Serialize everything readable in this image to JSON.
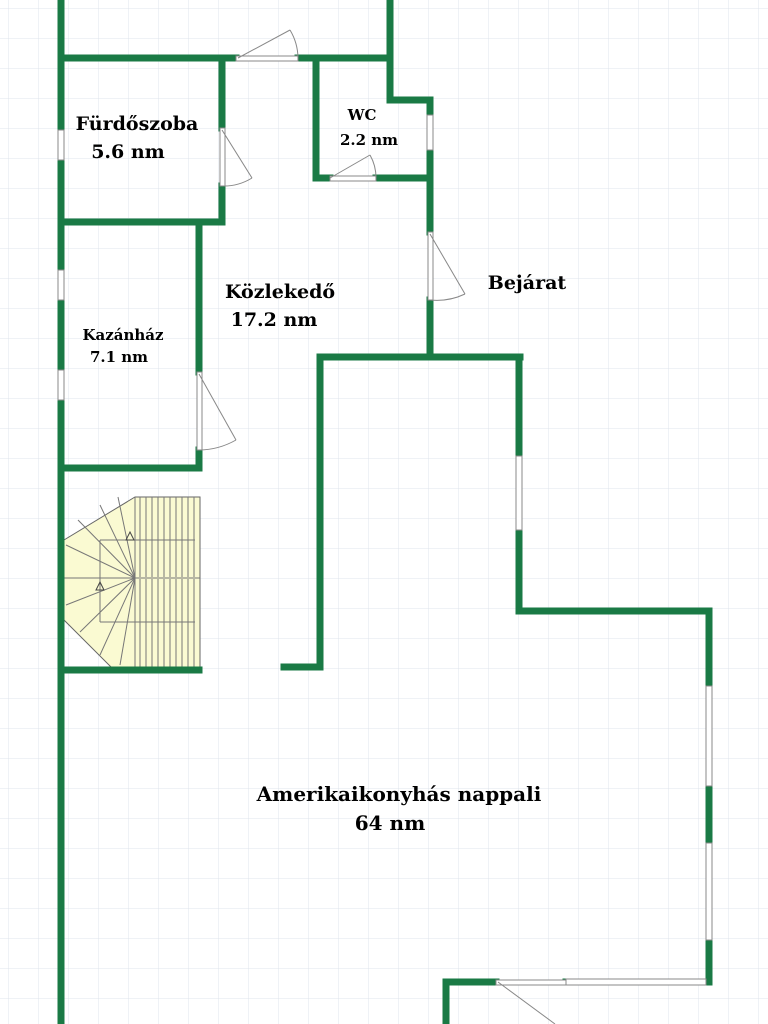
{
  "rooms": {
    "furdoszoba": {
      "name": "Fürdőszoba",
      "area": "5.6 nm"
    },
    "wc": {
      "name": "WC",
      "area": "2.2 nm"
    },
    "kozlekedo": {
      "name": "Közlekedő",
      "area": "17.2 nm"
    },
    "bejarat": {
      "name": "Bejárat"
    },
    "kazanhaz": {
      "name": "Kazánház",
      "area": "7.1 nm"
    },
    "nappali": {
      "name": "Amerikaikonyhás nappali",
      "area": "64 nm"
    }
  },
  "colors": {
    "wall": "#1a7a45",
    "grid": "#dfe4ec",
    "stair_fill": "#fafad2",
    "door": "#888888",
    "text": "#000000"
  }
}
